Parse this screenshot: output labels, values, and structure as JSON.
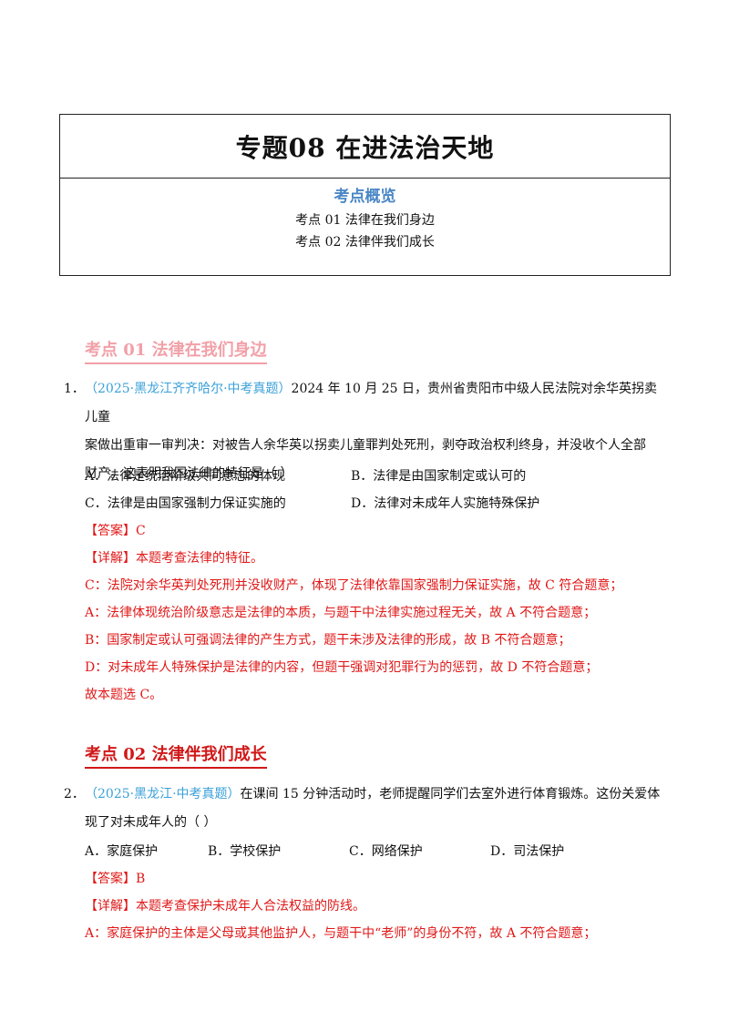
{
  "header": {
    "title": "专题08  在进法治天地",
    "overview_heading": "考点概览",
    "overview_items": [
      "考点 01  法律在我们身边",
      "考点 02    法律伴我们成长"
    ]
  },
  "sections": [
    {
      "heading": "考点 01  法律在我们身边",
      "question": {
        "number": "1．",
        "source": "（2025·黑龙江齐齐哈尔·中考真题）",
        "line1": "2024 年 10 月 25 日，贵州省贵阳市中级人民法院对余华英拐卖儿童",
        "line2": "案做出重审一审判决：对被告人余华英以拐卖儿童罪判处死刑，剥夺政治权利终身，并没收个人全部",
        "line3": "财产。这表明我国法律的特征是（      ）",
        "options": [
          "A．法律是统治阶级共同意志的体现",
          "B．法律是由国家制定或认可的",
          "C．法律是由国家强制力保证实施的",
          "D．法律对未成年人实施特殊保护"
        ],
        "answer": "【答案】C",
        "explain": [
          "【详解】本题考查法律的特征。",
          "C：法院对余华英判处死刑并没收财产，体现了法律依靠国家强制力保证实施，故 C 符合题意；",
          "A：法律体现统治阶级意志是法律的本质，与题干中法律实施过程无关，故 A 不符合题意；",
          "B：国家制定或认可强调法律的产生方式，题干未涉及法律的形成，故 B 不符合题意；",
          "D：对未成年人特殊保护是法律的内容，但题干强调对犯罪行为的惩罚，故 D 不符合题意；",
          "故本题选 C。"
        ]
      }
    },
    {
      "heading": "考点 02    法律伴我们成长",
      "question": {
        "number": "2．",
        "source": "（2025·黑龙江·中考真题）",
        "line1": "在课间 15 分钟活动时，老师提醒同学们去室外进行体育锻炼。这份关爱体",
        "line2": "现了对未成年人的（      ）",
        "options": [
          "A．家庭保护",
          "B．学校保护",
          "C．网络保护",
          "D．司法保护"
        ],
        "answer": "【答案】B",
        "explain": [
          "【详解】本题考查保护未成年人合法权益的防线。",
          "A：家庭保护的主体是父母或其他监护人，与题干中“老师”的身份不符，故 A 不符合题意；"
        ]
      }
    }
  ]
}
